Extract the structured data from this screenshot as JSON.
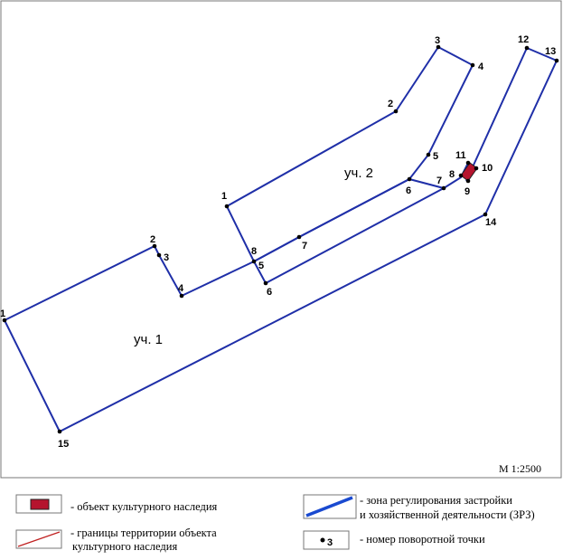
{
  "map": {
    "scale": "М 1:2500",
    "plots": [
      {
        "label": "уч. 1",
        "points": [
          {
            "n": "1"
          },
          {
            "n": "2"
          },
          {
            "n": "3"
          },
          {
            "n": "4"
          },
          {
            "n": "5"
          },
          {
            "n": "6"
          },
          {
            "n": "7"
          },
          {
            "n": "8"
          },
          {
            "n": "9"
          },
          {
            "n": "10"
          },
          {
            "n": "11"
          },
          {
            "n": "12"
          },
          {
            "n": "13"
          },
          {
            "n": "14"
          },
          {
            "n": "15"
          }
        ]
      },
      {
        "label": "уч. 2",
        "points": [
          {
            "n": "1"
          },
          {
            "n": "2"
          },
          {
            "n": "3"
          },
          {
            "n": "4"
          },
          {
            "n": "5"
          },
          {
            "n": "6"
          },
          {
            "n": "7"
          },
          {
            "n": "8"
          }
        ]
      }
    ]
  },
  "legend": {
    "heritage_object": "- объект культурного наследия",
    "heritage_border_line1": "- границы территории объекта",
    "heritage_border_line2": "культурного наследия",
    "zrz_line1": "- зона регулирования застройки",
    "zrz_line2": "и хозяйственной деятельности (ЗРЗ)",
    "point_sample_number": "3",
    "turning_point": "- номер поворотной точки"
  },
  "colors": {
    "zone_line": "#1f2fa8",
    "heritage_fill": "#b5142e",
    "heritage_border": "#c02020",
    "legend_zone_line": "#1a4ad0"
  }
}
